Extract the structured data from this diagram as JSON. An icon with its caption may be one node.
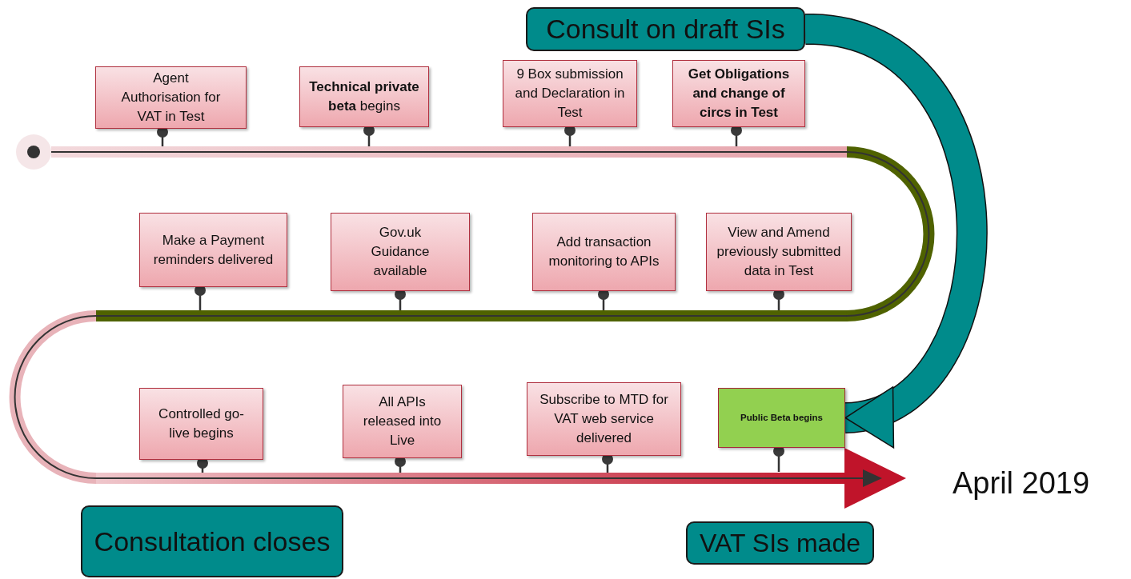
{
  "diagram": {
    "nodes": [
      {
        "text": [
          "Consult on draft SIs"
        ]
      },
      {
        "text": [
          "Agent Authorisation for VAT in Test"
        ]
      },
      {
        "text": [
          "**Technical private beta** begins"
        ]
      },
      {
        "text": [
          "9 Box submission and Declaration in Test"
        ]
      },
      {
        "text": [
          "Get Obligations and change of circs in Test"
        ]
      },
      {
        "text": [
          "Make a Payment reminders delivered"
        ]
      },
      {
        "text": [
          "Gov.uk Guidance available"
        ]
      },
      {
        "text": [
          "Add transaction monitoring to APIs"
        ]
      },
      {
        "text": [
          "View and Amend previously submitted data in Test"
        ]
      },
      {
        "text": [
          "Controlled go-live begins"
        ]
      },
      {
        "text": [
          "All APIs released into Live"
        ]
      },
      {
        "text": [
          "Subscribe to MTD for VAT web service delivered"
        ]
      },
      {
        "text": [
          "Public Beta begins"
        ]
      },
      {
        "text": [
          "Consultation closes"
        ]
      },
      {
        "text": [
          "VAT SIs made"
        ]
      },
      {
        "text": [],
        "shape": "bar"
      },
      {
        "text": [],
        "shape": "bar"
      },
      {
        "text": [],
        "shape": "bar"
      }
    ],
    "edges": [
      {
        "from": 0,
        "to": 12,
        "arrow": "to",
        "style": "thick"
      },
      {
        "from": 1,
        "to": 15,
        "arrow": "other"
      },
      {
        "from": 2,
        "to": 15,
        "arrow": "other"
      },
      {
        "from": 3,
        "to": 15,
        "arrow": "other"
      },
      {
        "from": 4,
        "to": 15,
        "arrow": "other"
      },
      {
        "from": 5,
        "to": 16,
        "arrow": "other"
      },
      {
        "from": 6,
        "to": 16,
        "arrow": "other"
      },
      {
        "from": 7,
        "to": 16,
        "arrow": "other"
      },
      {
        "from": 8,
        "to": 16,
        "arrow": "other"
      },
      {
        "from": 9,
        "to": 17,
        "arrow": "other"
      },
      {
        "from": 10,
        "to": 17,
        "arrow": "other"
      },
      {
        "from": 11,
        "to": 17,
        "arrow": "other"
      },
      {
        "from": 12,
        "to": 17,
        "arrow": "other"
      },
      {
        "from": 15,
        "to": 16,
        "arrow": "none",
        "style": "thick",
        "color": "#4f6200"
      },
      {
        "from": 16,
        "to": 17,
        "arrow": "none",
        "style": "thick",
        "color": "#e8b3b9"
      }
    ],
    "labels": [
      "April 2019"
    ]
  }
}
